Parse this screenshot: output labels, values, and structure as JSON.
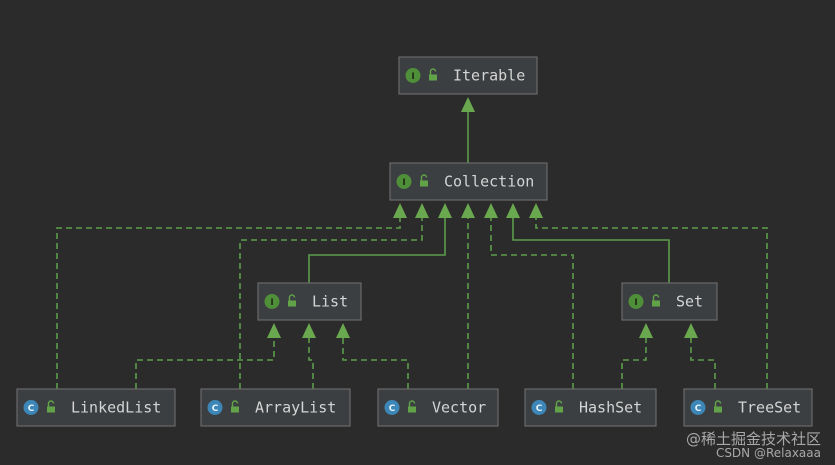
{
  "diagram": {
    "type": "uml-class-hierarchy",
    "colors": {
      "background": "#2b2b2b",
      "node_fill": "#3c3f41",
      "node_border": "#6a6a6a",
      "edge": "#5c9c4a",
      "arrow": "#6aa84f",
      "interface_badge": "#4f8f3a",
      "class_badge": "#3d87b8",
      "lock": "#62a34a"
    },
    "nodes": [
      {
        "id": "iterable",
        "label": "Iterable",
        "kind": "interface",
        "badge_letter": "I",
        "badge_icon": "interface-badge-icon"
      },
      {
        "id": "collection",
        "label": "Collection",
        "kind": "interface",
        "badge_letter": "I",
        "badge_icon": "interface-badge-icon"
      },
      {
        "id": "list",
        "label": "List",
        "kind": "interface",
        "badge_letter": "I",
        "badge_icon": "interface-badge-icon"
      },
      {
        "id": "set",
        "label": "Set",
        "kind": "interface",
        "badge_letter": "I",
        "badge_icon": "interface-badge-icon"
      },
      {
        "id": "linkedlist",
        "label": "LinkedList",
        "kind": "class",
        "badge_letter": "C",
        "badge_icon": "class-badge-icon"
      },
      {
        "id": "arraylist",
        "label": "ArrayList",
        "kind": "class",
        "badge_letter": "C",
        "badge_icon": "class-badge-icon"
      },
      {
        "id": "vector",
        "label": "Vector",
        "kind": "class",
        "badge_letter": "C",
        "badge_icon": "class-badge-icon"
      },
      {
        "id": "hashset",
        "label": "HashSet",
        "kind": "class",
        "badge_letter": "C",
        "badge_icon": "class-badge-icon"
      },
      {
        "id": "treeset",
        "label": "TreeSet",
        "kind": "class",
        "badge_letter": "C",
        "badge_icon": "class-badge-icon"
      }
    ],
    "edges": [
      {
        "from": "collection",
        "to": "iterable",
        "relation": "extends"
      },
      {
        "from": "list",
        "to": "collection",
        "relation": "extends"
      },
      {
        "from": "set",
        "to": "collection",
        "relation": "extends"
      },
      {
        "from": "linkedlist",
        "to": "collection",
        "relation": "implements"
      },
      {
        "from": "arraylist",
        "to": "collection",
        "relation": "implements"
      },
      {
        "from": "vector",
        "to": "collection",
        "relation": "implements"
      },
      {
        "from": "hashset",
        "to": "collection",
        "relation": "implements"
      },
      {
        "from": "treeset",
        "to": "collection",
        "relation": "implements"
      },
      {
        "from": "linkedlist",
        "to": "list",
        "relation": "implements"
      },
      {
        "from": "arraylist",
        "to": "list",
        "relation": "implements"
      },
      {
        "from": "vector",
        "to": "list",
        "relation": "implements"
      },
      {
        "from": "hashset",
        "to": "set",
        "relation": "implements"
      },
      {
        "from": "treeset",
        "to": "set",
        "relation": "implements"
      }
    ]
  },
  "watermark": {
    "line1": "@稀土掘金技术社区",
    "line2": "CSDN @Relaxaaa"
  }
}
